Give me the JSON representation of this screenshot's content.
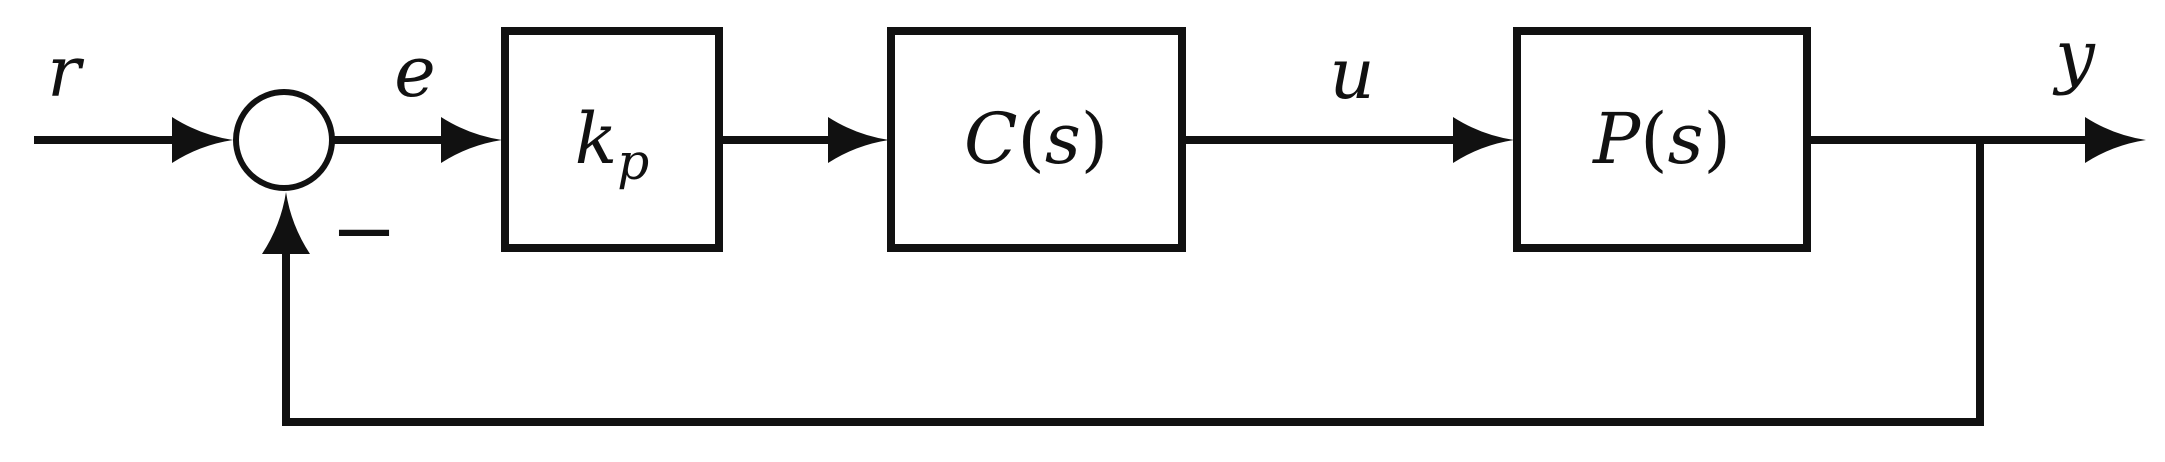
{
  "signals": {
    "reference": "r",
    "error": "e",
    "control": "u",
    "output": "y",
    "feedback_sign": "−"
  },
  "blocks": {
    "gain": {
      "base": "k",
      "subscript": "p"
    },
    "controller": {
      "name": "C",
      "argument": "s"
    },
    "plant": {
      "name": "P",
      "argument": "s"
    }
  }
}
